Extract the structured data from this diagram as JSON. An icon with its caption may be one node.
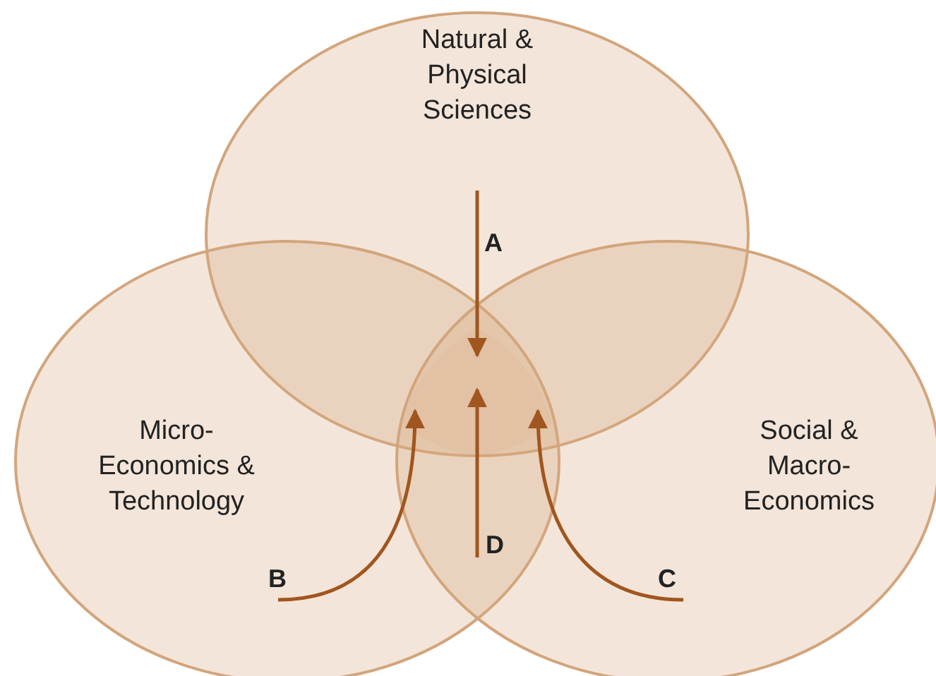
{
  "diagram": {
    "nodes": [
      {
        "text": [
          "Natural & Physical Sciences"
        ]
      },
      {
        "text": [
          "Micro-Economics & Technology"
        ]
      },
      {
        "text": [
          "Social & Macro-Economics"
        ]
      },
      {
        "text": [
          "A"
        ],
        "in": 0
      },
      {
        "text": [
          "B"
        ],
        "in": 1
      },
      {
        "text": [
          "C"
        ],
        "in": 2
      },
      {
        "text": [
          "D"
        ]
      },
      {
        "text": [],
        "shape": "region"
      }
    ],
    "edges": [
      {
        "from": 3,
        "to": 7,
        "arrow": "to"
      },
      {
        "from": 4,
        "to": 7,
        "arrow": "to"
      },
      {
        "from": 5,
        "to": 7,
        "arrow": "to"
      },
      {
        "from": 6,
        "to": 7,
        "arrow": "to"
      }
    ]
  }
}
